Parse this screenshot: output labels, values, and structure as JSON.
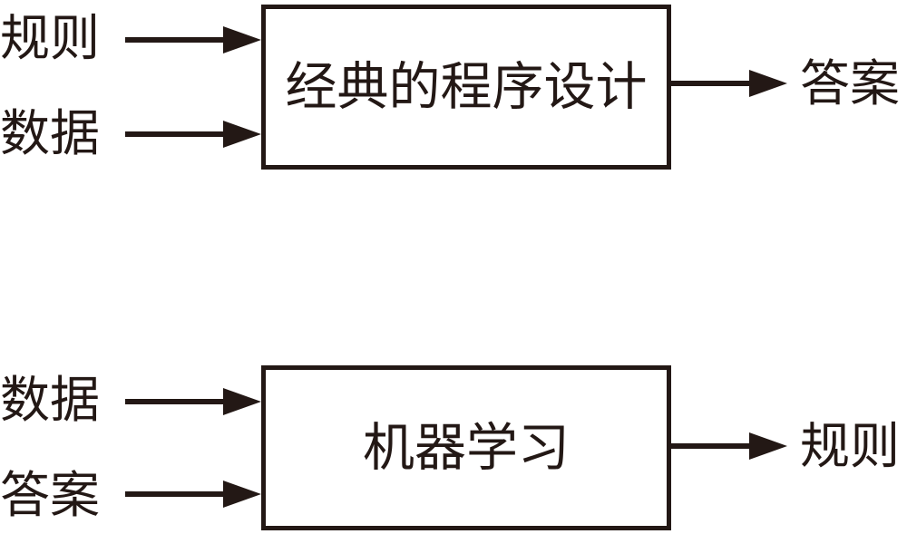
{
  "colors": {
    "ink": "#231815",
    "background": "#ffffff"
  },
  "diagrams": [
    {
      "name": "classic-programming",
      "inputs": [
        {
          "label": "规则"
        },
        {
          "label": "数据"
        }
      ],
      "box_label": "经典的程序设计",
      "output": {
        "label": "答案"
      }
    },
    {
      "name": "machine-learning",
      "inputs": [
        {
          "label": "数据"
        },
        {
          "label": "答案"
        }
      ],
      "box_label": "机器学习",
      "output": {
        "label": "规则"
      }
    }
  ]
}
